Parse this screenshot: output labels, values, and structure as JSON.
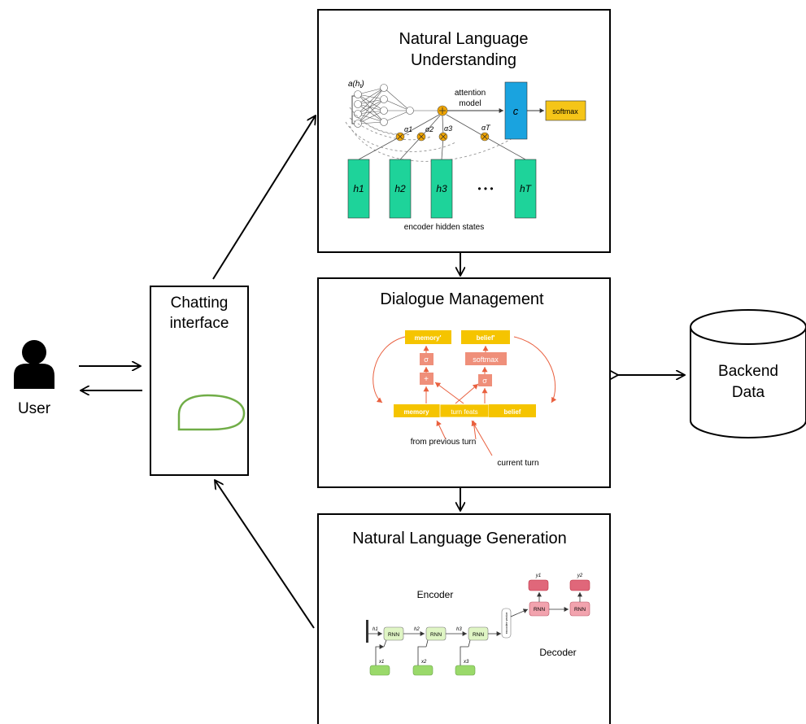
{
  "user": {
    "label": "User"
  },
  "chat": {
    "title_line1": "Chatting",
    "title_line2": "interface"
  },
  "backend": {
    "line1": "Backend",
    "line2": "Data"
  },
  "nlu": {
    "title_line1": "Natural Language",
    "title_line2": "Understanding",
    "a_label": "a(h",
    "a_sub": "t",
    "a_close": ")",
    "attention_line1": "attention",
    "attention_line2": "model",
    "context_label": "c",
    "softmax_label": "softmax",
    "alpha_labels": [
      "α1",
      "α2",
      "α3",
      "αT"
    ],
    "hidden_labels": [
      "h1",
      "h2",
      "h3",
      "hT"
    ],
    "ellipsis": "• • •",
    "footer": "encoder hidden states"
  },
  "dm": {
    "title": "Dialogue Management",
    "memory_prime": "memory'",
    "belief_prime": "belief'",
    "sigma": "σ",
    "softmax": "softmax",
    "plus": "+",
    "memory": "memory",
    "turn_feats": "turn feats",
    "belief": "belief",
    "from_prev": "from previous turn",
    "current_turn": "current turn"
  },
  "nlg": {
    "title": "Natural Language Generation",
    "encoder": "Encoder",
    "decoder": "Decoder",
    "rnn": "RNN",
    "h_labels": [
      "h1",
      "h2",
      "h3"
    ],
    "x_labels": [
      "x1",
      "x2",
      "x3"
    ],
    "y_labels": [
      "y1",
      "y2"
    ],
    "encoder_vector": "encoder vector"
  },
  "colors": {
    "hidden_green": "#1ed39a",
    "context_blue": "#1aa3df",
    "softmax_yellow": "#f5c518",
    "node_orange": "#f0a500",
    "dm_yellow": "#f5c400",
    "dm_salmon": "#ef8f7a",
    "dm_arrow": "#e9603f",
    "rnn_green": "#dff5c4",
    "x_green": "#9ad96a",
    "dec_pink": "#f2a3ae",
    "y_pink": "#e0677a",
    "bubble_green": "#70ad47"
  }
}
